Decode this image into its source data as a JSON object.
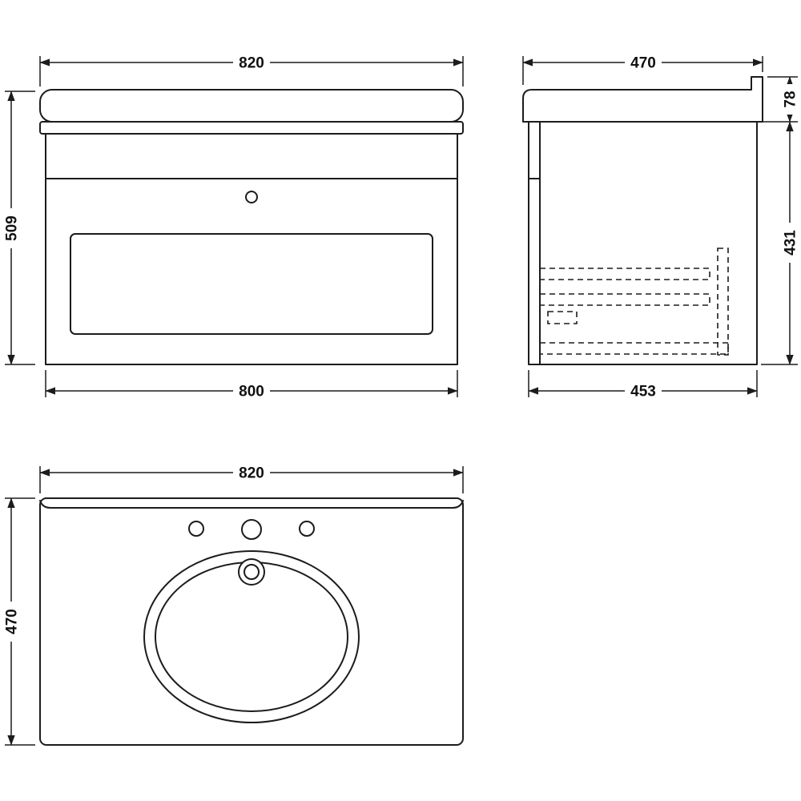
{
  "colors": {
    "background": "#ffffff",
    "line": "#1c1c1c"
  },
  "front_view": {
    "width_top": "820",
    "height_left": "509",
    "width_bottom": "800"
  },
  "side_view": {
    "depth_top": "470",
    "worktop_height_right": "78",
    "cabinet_height_right": "431",
    "depth_bottom": "453"
  },
  "plan_view": {
    "width_top": "820",
    "depth_left": "470"
  }
}
